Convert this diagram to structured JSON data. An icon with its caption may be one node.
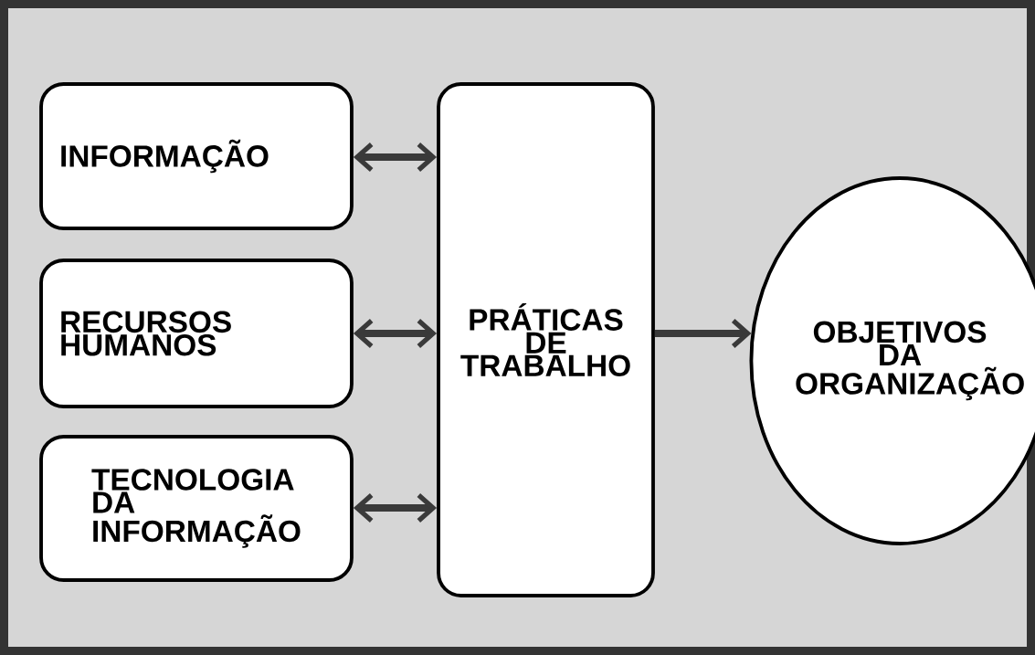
{
  "diagram": {
    "nodes": [
      {
        "text": [
          "INFORMAÇÃO"
        ]
      },
      {
        "text": [
          "RECURSOS HUMANOS"
        ]
      },
      {
        "text": [
          "TECNOLOGIA DA INFORMAÇÃO"
        ]
      },
      {
        "text": [
          "PRÁTICAS DE TRABALHO"
        ]
      },
      {
        "text": [
          "OBJETIVOS DA ORGANIZAÇÃO"
        ]
      }
    ],
    "edges": [
      {
        "from": 0,
        "to": 3,
        "arrow": "both"
      },
      {
        "from": 1,
        "to": 3,
        "arrow": "both"
      },
      {
        "from": 2,
        "to": 3,
        "arrow": "both"
      },
      {
        "from": 3,
        "to": 4,
        "arrow": "to"
      }
    ]
  }
}
